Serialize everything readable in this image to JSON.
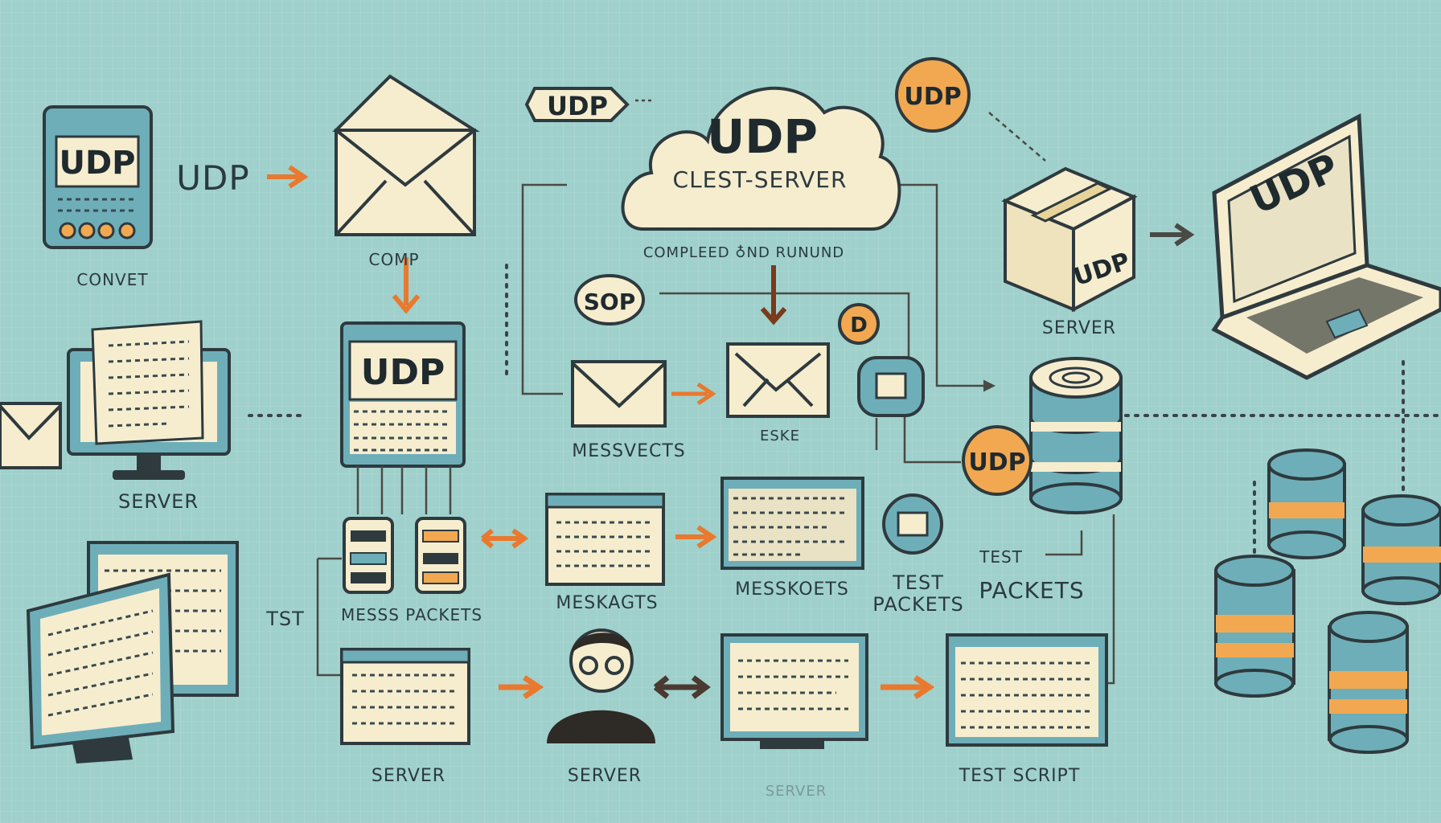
{
  "labels": {
    "udp_device": "UDP",
    "udp_arrow_text": "UDP",
    "convert": "CONVET",
    "envelope_caption": "COMP",
    "udp_tag": "UDP",
    "cloud_udp": "UDP",
    "cloud_sub": "CLEST-SERVER",
    "cloud_caption": "COMPLEED  ♁ND RUNUND",
    "udp_badge_top": "UDP",
    "box_udp": "UDP",
    "server_box": "SERVER",
    "laptop_udp": "UDP",
    "server_left": "SERVER",
    "udp_panel": "UDP",
    "sop": "SOP",
    "d_badge": "D",
    "messvects": "MESSVECTS",
    "eske": "ESKE",
    "udp_badge_db": "UDP",
    "mess_packets": "MESSS PACKETS",
    "meskagts": "MESKAGTS",
    "messkoets": "MESSKOETS",
    "test_packets_small": "TEST\nPACKETS",
    "test_packets_big": "PACKETS",
    "test_tag": "TEST",
    "tst": "TST",
    "server_bottom1": "SERVER",
    "server_bottom2": "SERVER",
    "server_bottom3": "SERVER",
    "test_script": "TEST SCRIPT"
  },
  "colors": {
    "background": "#9fd0cc",
    "cream": "#f6edcf",
    "teal": "#6eaeb8",
    "orange": "#f2a851",
    "arrow": "#e8792e",
    "ink": "#2e3a3e"
  },
  "icons": [
    "server-icon",
    "envelope-icon",
    "cloud-icon",
    "laptop-icon",
    "package-icon",
    "database-icon",
    "monitor-icon",
    "user-icon",
    "arrow-icon"
  ]
}
